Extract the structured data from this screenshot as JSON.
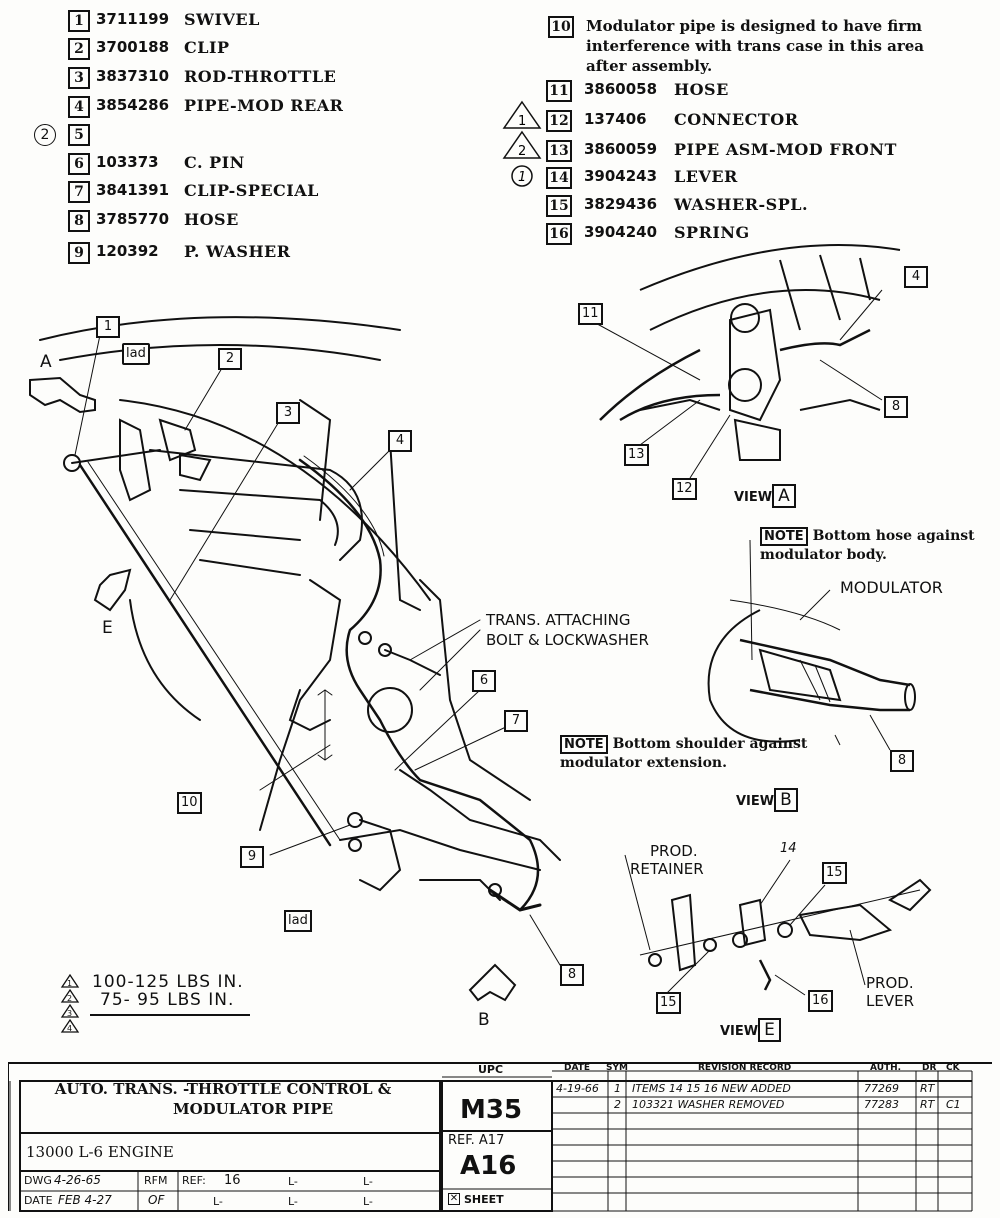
{
  "parts_left": [
    {
      "item": "1",
      "part_no": "3711199",
      "desc": "SWIVEL"
    },
    {
      "item": "2",
      "part_no": "3700188",
      "desc": "CLIP"
    },
    {
      "item": "3",
      "part_no": "3837310",
      "desc": "ROD-THROTTLE"
    },
    {
      "item": "4",
      "part_no": "3854286",
      "desc": "PIPE-MOD REAR"
    },
    {
      "item": "5",
      "part_no": "",
      "desc": ""
    },
    {
      "item": "6",
      "part_no": "103373",
      "desc": "C. PIN"
    },
    {
      "item": "7",
      "part_no": "3841391",
      "desc": "CLIP-SPECIAL"
    },
    {
      "item": "8",
      "part_no": "3785770",
      "desc": "HOSE"
    },
    {
      "item": "9",
      "part_no": "120392",
      "desc": "P. WASHER"
    }
  ],
  "item5_marker": "2",
  "note_item": "10",
  "note10_text": "Modulator pipe is designed to have firm interference with trans case in this area after assembly.",
  "parts_right": [
    {
      "item": "11",
      "part_no": "3860058",
      "desc": "HOSE",
      "marker": ""
    },
    {
      "item": "12",
      "part_no": "137406",
      "desc": "CONNECTOR",
      "marker": "1"
    },
    {
      "item": "13",
      "part_no": "3860059",
      "desc": "PIPE ASM-MOD FRONT",
      "marker": "2"
    },
    {
      "item": "14",
      "part_no": "3904243",
      "desc": "LEVER",
      "marker": "1"
    },
    {
      "item": "15",
      "part_no": "3829436",
      "desc": "WASHER-SPL.",
      "marker": ""
    },
    {
      "item": "16",
      "part_no": "3904240",
      "desc": "SPRING",
      "marker": ""
    }
  ],
  "labels": {
    "view_a": "A",
    "view_b": "B",
    "view_e": "E",
    "view_word": "VIEW",
    "arrow_a": "A",
    "arrow_b": "B",
    "arrow_e": "E",
    "lad": "lad",
    "trans_bolt_1": "TRANS. ATTACHING",
    "trans_bolt_2": "BOLT & LOCKWASHER",
    "modulator": "MODULATOR",
    "note_word": "NOTE",
    "note_b1_a": "Bottom hose against",
    "note_b1_b": "modulator body.",
    "note_b2_a": "Bottom shoulder against",
    "note_b2_b": "modulator extension.",
    "prod_retainer_1": "PROD.",
    "prod_retainer_2": "RETAINER",
    "prod_lever_1": "PROD.",
    "prod_lever_2": "LEVER"
  },
  "torque": [
    {
      "marker": "1",
      "text": "100-125 LBS IN."
    },
    {
      "marker": "2",
      "text": "75- 95 LBS IN."
    },
    {
      "marker": "3",
      "text": ""
    },
    {
      "marker": "4",
      "text": ""
    }
  ],
  "title_block": {
    "title_1": "AUTO. TRANS. -THROTTLE CONTROL &",
    "title_2": "MODULATOR PIPE",
    "engine": "13000 L-6 ENGINE",
    "dwg_label": "DWG",
    "dwg_value": "4-26-65",
    "date_label": "DATE",
    "date_value": "FEB 4-27",
    "rfm_label": "RFM",
    "rfm_value": "OF",
    "ref_label": "REF:",
    "ref_value": "16",
    "l_mark": "L-",
    "upc_label": "UPC",
    "upc_code": "M35",
    "ref_a_label": "REF. A17",
    "section_code": "A16",
    "sheet_label": "SHEET",
    "rev_headers": {
      "date": "DATE",
      "sym": "SYM",
      "record": "REVISION RECORD",
      "auth": "AUTH.",
      "dr": "DR",
      "ck": "CK"
    },
    "revisions": [
      {
        "date": "4-19-66",
        "sym": "1",
        "record": "ITEMS 14 15 16 NEW ADDED",
        "auth": "77269",
        "dr": "RT",
        "ck": ""
      },
      {
        "date": "",
        "sym": "2",
        "record": "103321 WASHER REMOVED",
        "auth": "77283",
        "dr": "RT",
        "ck": "C1"
      }
    ]
  }
}
